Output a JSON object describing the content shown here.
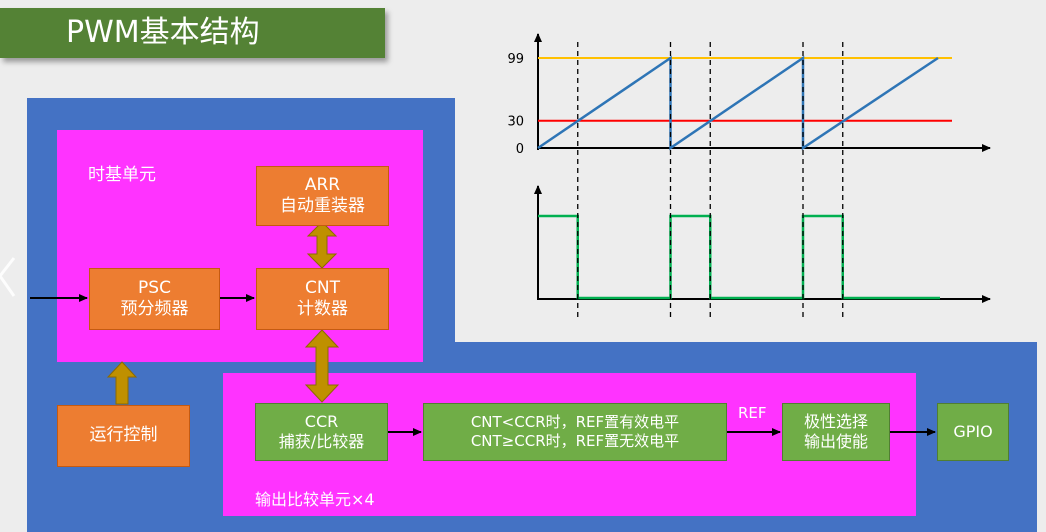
{
  "title": "PWM基本结构",
  "colors": {
    "title_bg": "#548235",
    "outer_bg": "#4472c4",
    "region_bg": "#ff33ff",
    "orange_block": "#ed7d31",
    "green_block": "#70ad47",
    "arrow_gold": "#bf9000",
    "counter_line": "#2e75b6",
    "arr_level": "#ffc000",
    "ccr_level": "#ff0000",
    "pwm_line": "#00b050"
  },
  "time_base": {
    "label": "时基单元",
    "arr": {
      "line1": "ARR",
      "line2": "自动重装器"
    },
    "psc": {
      "line1": "PSC",
      "line2": "预分频器"
    },
    "cnt": {
      "line1": "CNT",
      "line2": "计数器"
    }
  },
  "run_control": "运行控制",
  "output_compare": {
    "label": "输出比较单元×4",
    "ccr": {
      "line1": "CCR",
      "line2": "捕获/比较器"
    },
    "compare": {
      "line1": "CNT<CCR时，REF置有效电平",
      "line2": "CNT≥CCR时，REF置无效电平"
    },
    "ref_label": "REF",
    "polarity": {
      "line1": "极性选择",
      "line2": "输出使能"
    }
  },
  "gpio": "GPIO",
  "chart_data": [
    {
      "type": "line",
      "title": "",
      "yticks": [
        "0",
        "30",
        "99"
      ],
      "levels": [
        {
          "value": 99
        },
        {
          "value": 30
        }
      ],
      "series": [
        {
          "values": [
            [
              0,
              0
            ],
            [
              1,
              99
            ],
            [
              1,
              0
            ],
            [
              2,
              99
            ],
            [
              2,
              0
            ],
            [
              3,
              99
            ]
          ]
        }
      ],
      "ylim": [
        0,
        99
      ],
      "xlim": [
        0,
        3
      ]
    },
    {
      "type": "line",
      "title": "",
      "series": [
        {
          "values": [
            [
              0,
              1
            ],
            [
              0.3,
              1
            ],
            [
              0.3,
              0
            ],
            [
              1,
              0
            ],
            [
              1,
              1
            ],
            [
              1.3,
              1
            ],
            [
              1.3,
              0
            ],
            [
              2,
              0
            ],
            [
              2,
              1
            ],
            [
              2.3,
              1
            ],
            [
              2.3,
              0
            ],
            [
              3,
              0
            ]
          ]
        }
      ],
      "ylim": [
        0,
        1
      ],
      "xlim": [
        0,
        3
      ]
    }
  ]
}
